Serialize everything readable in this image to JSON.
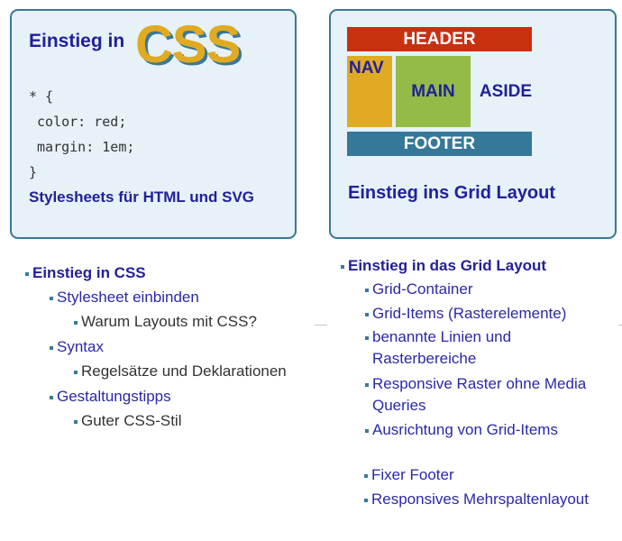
{
  "cards": {
    "css": {
      "title_prefix": "Einstieg in",
      "logo": "CSS",
      "code": [
        "* {",
        " color: red;",
        " margin: 1em;",
        "}"
      ],
      "subtitle": "Stylesheets für HTML und SVG"
    },
    "grid": {
      "header": "HEADER",
      "nav": "NAV",
      "main": "MAIN",
      "aside": "ASIDE",
      "footer": "FOOTER",
      "title": "Einstieg ins Grid Layout",
      "colors": {
        "header": "#c83010",
        "nav": "#e0aa22",
        "main": "#94ba48",
        "footer": "#357898"
      }
    }
  },
  "css_list": {
    "heading": "Einstieg in CSS",
    "items": [
      "Stylesheet einbinden",
      "Warum Layouts mit CSS?",
      "Syntax",
      "Regelsätze und Deklarationen",
      "Gestaltungstipps",
      "Guter CSS-Stil"
    ]
  },
  "grid_list": {
    "heading": "Einstieg in das Grid Layout",
    "items": [
      "Grid-Container",
      "Grid-Items (Rasterelemente)",
      "benannte Linien und",
      "Rasterbereiche",
      "Responsive Raster ohne Media",
      "Queries",
      "Ausrichtung von Grid-Items",
      "Fixer Footer",
      "Responsives Mehrspaltenlayout"
    ]
  }
}
